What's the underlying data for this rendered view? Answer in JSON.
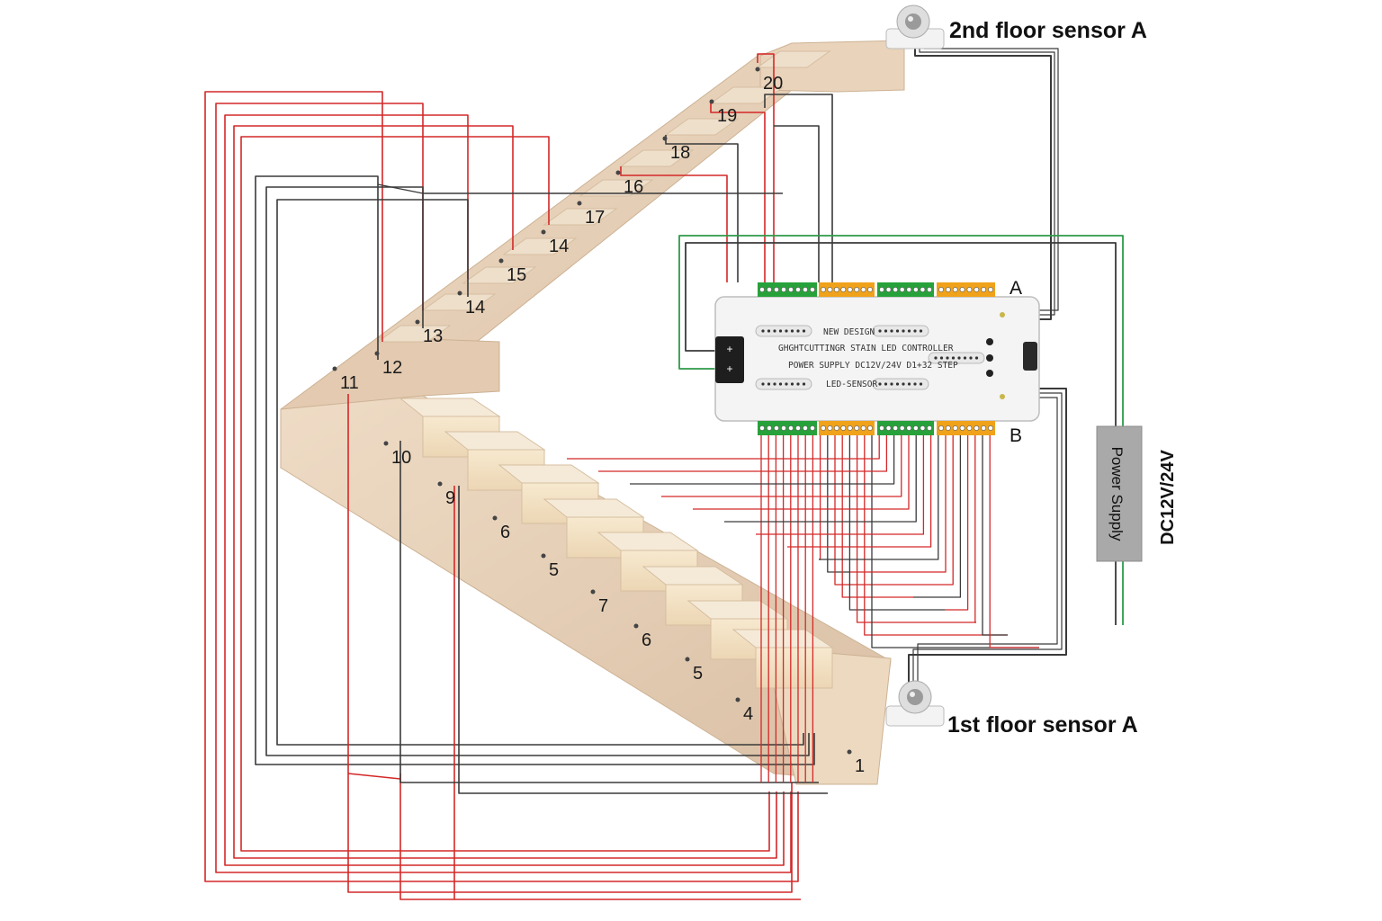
{
  "labels": {
    "sensor_top": "2nd floor sensor A",
    "sensor_bottom": "1st floor sensor A",
    "power_supply": "Power Supply",
    "voltage": "DC12V/24V",
    "port_a": "A",
    "port_b": "B"
  },
  "controller": {
    "line1": "NEW DESIGN",
    "line2": "GHGHTCUTTINGR STAIN LED CONTROLLER",
    "line3": "POWER SUPPLY DC12V/24V D1+32 STEP",
    "line4": "LED-SENSOR"
  },
  "steps": [
    {
      "num": "1"
    },
    {
      "num": "4"
    },
    {
      "num": "5"
    },
    {
      "num": "6"
    },
    {
      "num": "7"
    },
    {
      "num": "5"
    },
    {
      "num": "6"
    },
    {
      "num": "9"
    },
    {
      "num": "10"
    },
    {
      "num": "11"
    },
    {
      "num": "12"
    },
    {
      "num": "13"
    },
    {
      "num": "14"
    },
    {
      "num": "15"
    },
    {
      "num": "14"
    },
    {
      "num": "17"
    },
    {
      "num": "16"
    },
    {
      "num": "18"
    },
    {
      "num": "19"
    },
    {
      "num": "20"
    }
  ],
  "colors": {
    "red_wire": "#d42828",
    "dark_wire": "#3a3a3a",
    "green_wire": "#2e9a4a",
    "terminal_green": "#27a23a",
    "terminal_orange": "#f0a21a",
    "power_box": "#a9a9a9",
    "stone": "#e6cfb6"
  }
}
